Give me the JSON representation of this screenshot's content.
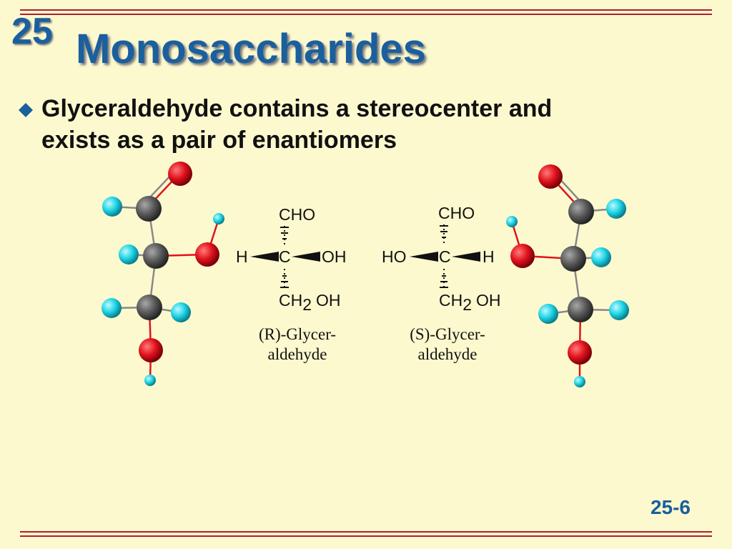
{
  "slide": {
    "chapter": "25",
    "title": "Monosaccharides",
    "bullet_lines": [
      "Glyceraldehyde contains a stereocenter and",
      "exists as a pair of enantiomers"
    ],
    "page_number": "25-6"
  },
  "fischer_r": {
    "top": "CHO",
    "left": "H",
    "center": "C",
    "right": "OH",
    "bottom_main": "CH",
    "bottom_sub": "2",
    "bottom_tail": "OH",
    "caption_lines": [
      "(R)-Glycer-",
      "aldehyde"
    ]
  },
  "fischer_s": {
    "top": "CHO",
    "left": "HO",
    "center": "C",
    "right": "H",
    "bottom_main": "CH",
    "bottom_sub": "2",
    "bottom_tail": "OH",
    "caption_lines": [
      "(S)-Glycer-",
      "aldehyde"
    ]
  },
  "colors": {
    "title": "#1a5f9e",
    "background": "#fdf9cf",
    "rule": "#b01e2e",
    "atom_oxygen": "#e0121d",
    "atom_carbon": "#5a5a5a",
    "atom_hydrogen": "#1ed4e6"
  }
}
